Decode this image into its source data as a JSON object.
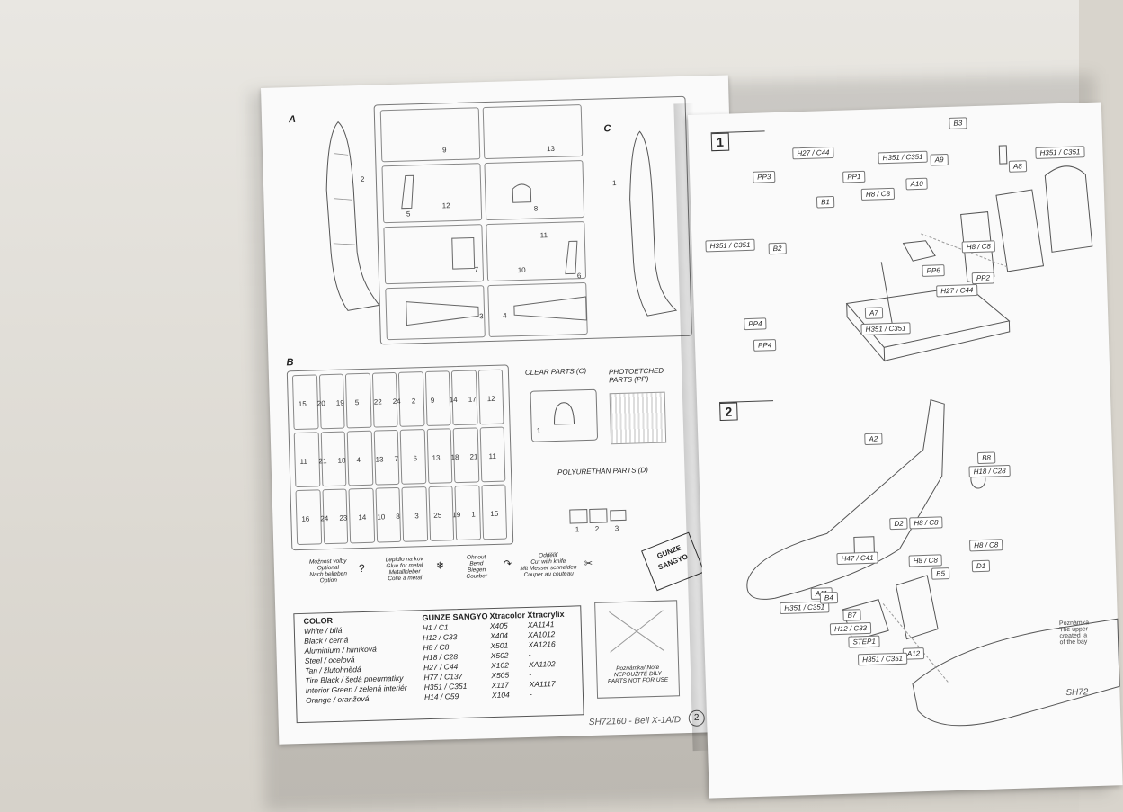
{
  "left_page": {
    "sprue_a_label": "A",
    "sprue_a_parts": [
      "2",
      "9",
      "13",
      "5",
      "12",
      "8",
      "11",
      "7",
      "10",
      "6",
      "3",
      "4"
    ],
    "sprue_c_label": "C",
    "sprue_c_part": "1",
    "sprue_b_label": "B",
    "sprue_b_parts": [
      "15",
      "20",
      "19",
      "5",
      "22",
      "24",
      "2",
      "9",
      "14",
      "17",
      "12",
      "11",
      "21",
      "18",
      "4",
      "13",
      "7",
      "6",
      "13",
      "18",
      "21",
      "11",
      "16",
      "24",
      "23",
      "14",
      "10",
      "8",
      "3",
      "25",
      "19",
      "1",
      "15"
    ],
    "clear_parts_label": "CLEAR PARTS (C)",
    "clear_part_num": "1",
    "photoetched_label": "PHOTOETCHED PARTS (PP)",
    "polyurethane_label": "POLYURETHAN PARTS (D)",
    "poly_parts": [
      "1",
      "2",
      "3"
    ],
    "legend": [
      {
        "icon": "optional-icon",
        "text": "Možnost volby\nOptional\nNach belieben\nOption"
      },
      {
        "icon": "glue-icon",
        "text": "Lepidlo na kov\nGlue for metal\nMetallkleber\nColle a metal"
      },
      {
        "icon": "bend-icon",
        "text": "Ohnout\nBend\nBiegen\nCourber"
      },
      {
        "icon": "knife-icon",
        "text": "Odděliť\nCut with knife\nMit Messer schneiden\nCouper au couteau"
      }
    ],
    "gunze_logo": "GUNZE SANGYO",
    "color_table": {
      "headers": [
        "COLOR",
        "GUNZE SANGYO",
        "Xtracolor",
        "Xtracrylix"
      ],
      "rows": [
        [
          "White / bílá",
          "H1 / C1",
          "X405",
          "XA1141"
        ],
        [
          "Black / černá",
          "H12 / C33",
          "X404",
          "XA1012"
        ],
        [
          "Aluminium / hliníková",
          "H8 / C8",
          "X501",
          "XA1216"
        ],
        [
          "Steel / ocelová",
          "H18 / C28",
          "X502",
          "-"
        ],
        [
          "Tan / žlutohnědá",
          "H27 / C44",
          "X102",
          "XA1102"
        ],
        [
          "Tire Black / šedá pneumatiky",
          "H77 / C137",
          "X505",
          "-"
        ],
        [
          "Interior Green / zelená interiér",
          "H351 / C351",
          "X117",
          "XA1117"
        ],
        [
          "Orange / oranžová",
          "H14 / C59",
          "X104",
          "-"
        ]
      ]
    },
    "not_for_use_note": "Poznámka/ Note\nNEPOUŽITÉ DÍLY\nPARTS NOT FOR USE",
    "footer_code": "SH72160 - Bell X-1A/D",
    "page_number": "2"
  },
  "right_page": {
    "step1_num": "1",
    "step1_callouts": [
      "B3",
      "H27 / C44",
      "H351 / C351",
      "A9",
      "H351 / C351",
      "A8",
      "PP3",
      "PP1",
      "H8 / C8",
      "A10",
      "B1",
      "H351 / C351",
      "B2",
      "H8 / C8",
      "PP6",
      "PP2",
      "H27 / C44",
      "A7",
      "H351 / C351",
      "PP4",
      "PP4"
    ],
    "step2_num": "2",
    "step2_callouts": [
      "A2",
      "B8",
      "H18 / C28",
      "D2",
      "H8 / C8",
      "H8 / C8",
      "H47 / C41",
      "H8 / C8",
      "D1",
      "B5",
      "A11",
      "H351 / C351",
      "B4",
      "B7",
      "H12 / C33",
      "STEP1",
      "A12",
      "H351 / C351"
    ],
    "side_note": "Poznámka\nThe upper\ncreated la\nof the bay",
    "footer_code": "SH72"
  }
}
